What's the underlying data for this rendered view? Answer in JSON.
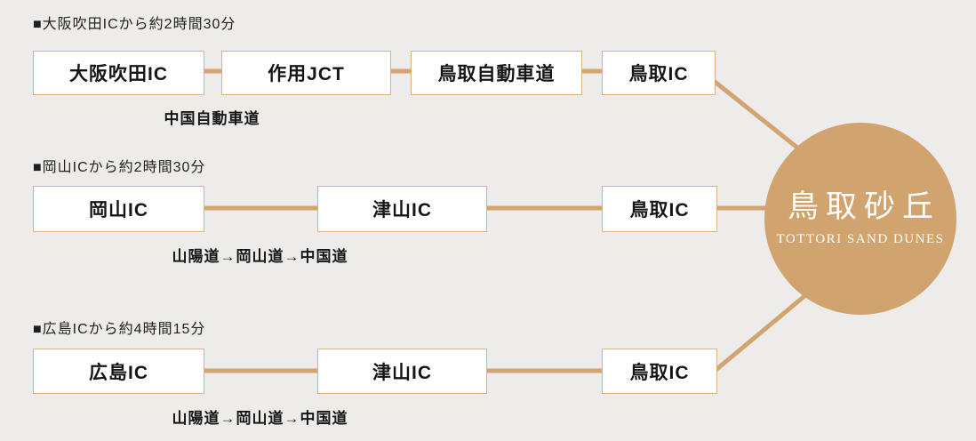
{
  "theme": {
    "bg": "#edecea",
    "accent": "#d1a36e",
    "line": "#d2a470",
    "box_border": "#d8b287",
    "text": "#151515"
  },
  "destination": {
    "title": "鳥取砂丘",
    "subtitle": "TOTTORI SAND DUNES"
  },
  "routes": [
    {
      "heading": "■大阪吹田ICから約2時間30分",
      "stops": [
        "大阪吹田IC",
        "作用JCT",
        "鳥取自動車道",
        "鳥取IC"
      ],
      "road_label": "中国自動車道"
    },
    {
      "heading": "■岡山ICから約2時間30分",
      "stops": [
        "岡山IC",
        "津山IC",
        "鳥取IC"
      ],
      "road_label": "山陽道→岡山道→中国道"
    },
    {
      "heading": "■広島ICから約4時間15分",
      "stops": [
        "広島IC",
        "津山IC",
        "鳥取IC"
      ],
      "road_label": "山陽道→岡山道→中国道"
    }
  ]
}
